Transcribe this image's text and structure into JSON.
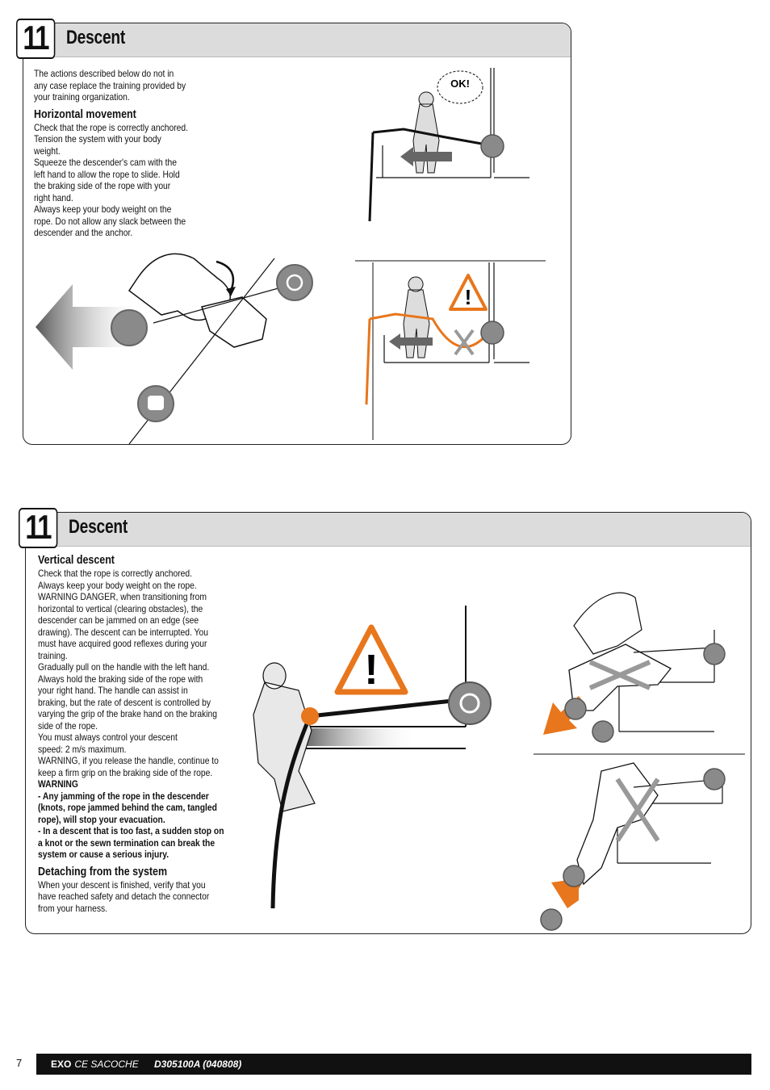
{
  "section1": {
    "number": "11",
    "title": "Descent",
    "intro": "The actions described below do not in\nany case replace the training provided by\nyour training organization.",
    "subhead": "Horizontal movement",
    "body": "Check that the rope is correctly anchored.\nTension the system with your body\nweight.\nSqueeze the descender's cam with the\nleft hand to allow the rope to slide. Hold\nthe braking side of the rope with your\nright hand.\nAlways keep your body weight on the\nrope. Do not allow any slack between the\ndescender and the anchor.",
    "ok_label": "OK!",
    "warning_symbol": "!"
  },
  "section2": {
    "number": "11",
    "title": "Descent",
    "subhead1": "Vertical descent",
    "body1": "Check that the rope is correctly anchored.\nAlways keep your body weight on the rope.\nWARNING DANGER, when transitioning from\nhorizontal to vertical (clearing obstacles), the\ndescender can be jammed on an edge (see\ndrawing). The descent can be interrupted. You\nmust have acquired good reflexes during your\ntraining.\nGradually pull on the handle with the left hand.\nAlways hold the braking side of the rope with\nyour right hand. The handle can assist in\nbraking, but the rate of descent is controlled by\nvarying the grip of the brake hand on the braking\nside of the rope.\nYou must always control your descent\nspeed: 2 m/s maximum.\nWARNING, if you release the handle, continue to\nkeep a firm grip on the braking side of the rope.",
    "warning_bold": "WARNING\n- Any jamming of the rope in the descender\n(knots, rope jammed behind the cam, tangled\nrope), will stop your evacuation.\n- In a descent that is too fast, a sudden stop on\na knot or the sewn termination can break the\nsystem or cause a serious injury.",
    "subhead2": "Detaching from the system",
    "body2": "When your descent is finished, verify that you\nhave reached safety and detach the connector\nfrom your harness.",
    "warning_symbol": "!"
  },
  "footer": {
    "page_number": "7",
    "product": "EXO",
    "product_sub": "CE SACOCHE",
    "reference": "D305100A (040808)"
  },
  "colors": {
    "header_gray": "#dcdcdc",
    "warning_orange": "#e8761c",
    "rope_black": "#111111",
    "icon_gray": "#8a8a8a"
  }
}
